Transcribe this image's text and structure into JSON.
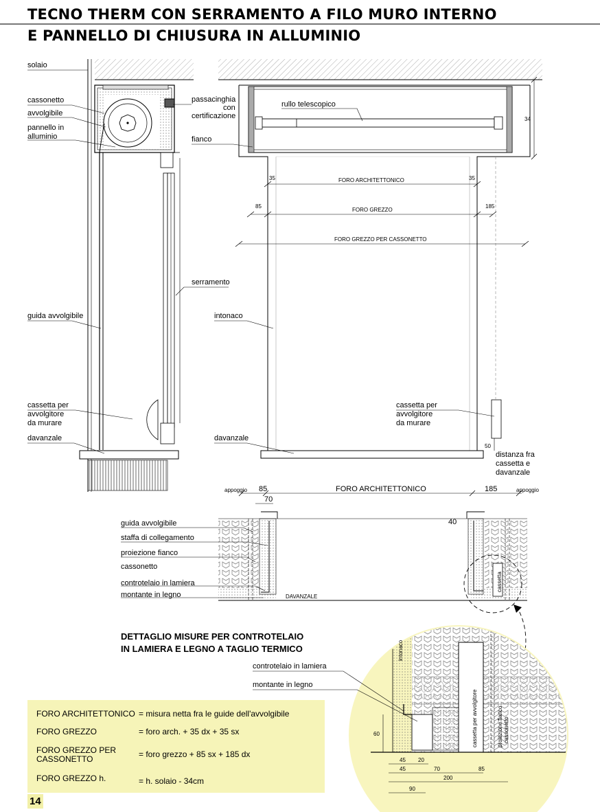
{
  "title": {
    "line1": "TECNO THERM CON SERRAMENTO A FILO MURO INTERNO",
    "line2": "E PANNELLO DI CHIUSURA IN ALLUMINIO"
  },
  "section_labels": {
    "solaio": "solaio",
    "cassonetto": "cassonetto",
    "avvolgibile": "avvolgibile",
    "pannello_1": "pannello in",
    "pannello_2": "alluminio",
    "passacinghia_1": "passacinghia",
    "passacinghia_2": "con",
    "passacinghia_3": "certificazione",
    "serramento": "serramento",
    "guida_avvolgibile": "guida avvolgibile",
    "cassetta_1": "cassetta per",
    "cassetta_2": "avvolgitore",
    "cassetta_3": "da murare",
    "davanzale": "davanzale"
  },
  "front_labels": {
    "rullo": "rullo telescopico",
    "fianco": "fianco",
    "intonaco": "intonaco",
    "cassetta_1": "cassetta per",
    "cassetta_2": "avvolgitore",
    "cassetta_3": "da murare",
    "davanzale": "davanzale",
    "distanza_1": "distanza fra",
    "distanza_2": "cassetta e",
    "distanza_3": "davanzale"
  },
  "front_dims": {
    "d34": "34",
    "d35a": "35",
    "d35b": "35",
    "foro_arch": "FORO ARCHITETTONICO",
    "d85": "85",
    "d185": "185",
    "foro_grezzo": "FORO GREZZO",
    "foro_grezzo_cass": "FORO GREZZO PER CASSONETTO",
    "d50": "50"
  },
  "plan_labels": {
    "appoggio_l": "appoggio",
    "appoggio_r": "appoggio",
    "d85": "85",
    "d70": "70",
    "foro_arch": "FORO ARCHITETTONICO",
    "d185": "185",
    "d40": "40",
    "guida": "guida avvolgibile",
    "staffa": "staffa di collegamento",
    "proiezione_1": "proiezione fianco",
    "proiezione_2": "cassonetto",
    "controtelaio": "controtelaio in lamiera",
    "montante": "montante in legno",
    "davanzale": "DAVANZALE",
    "cassetta_small": "cassetta"
  },
  "detail": {
    "heading_1": "DETTAGLIO MISURE PER CONTROTELAIO",
    "heading_2": "IN LAMIERA E LEGNO A TAGLIO TERMICO",
    "controtelaio": "controtelaio in lamiera",
    "montante": "montante in legno",
    "intonaco": "intonaco",
    "cassetta": "cassetta per avvolgitore",
    "proiezione_1": "proiezione fianco",
    "proiezione_2": "cassonetto",
    "d60": "60",
    "d45a": "45",
    "d20": "20",
    "d45b": "45",
    "d70": "70",
    "d85": "85",
    "d200": "200",
    "d90": "90"
  },
  "table": {
    "rows": [
      {
        "term": "FORO ARCHITETTONICO",
        "def": "= misura netta fra le guide dell'avvolgibile"
      },
      {
        "term": "FORO GREZZO",
        "def": "= foro arch. + 35 dx + 35 sx"
      },
      {
        "term": "FORO GREZZO PER",
        "term2": "CASSONETTO",
        "def": "= foro grezzo + 85 sx + 185 dx"
      },
      {
        "term": "FORO GREZZO h.",
        "def": "= h. solaio - 34cm"
      }
    ]
  },
  "page_number": "14",
  "colors": {
    "highlight": "#f6f4b8",
    "circle": "#f8f5be",
    "line": "#000000",
    "hatch": "#999999"
  }
}
